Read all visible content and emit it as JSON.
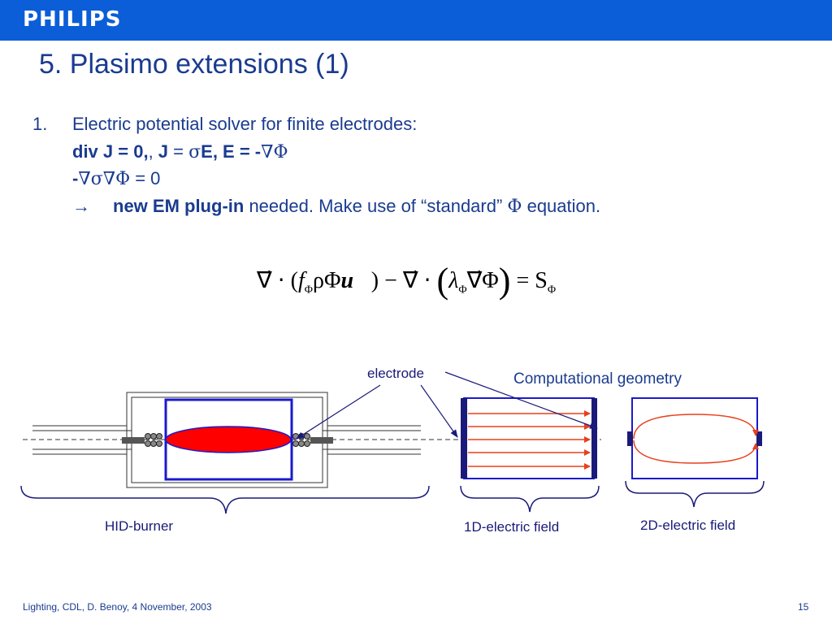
{
  "header": {
    "logo": "PHILIPS",
    "bar_color": "#0b5ed7"
  },
  "title": "5. Plasimo extensions (1)",
  "item": {
    "number": "1.",
    "line1": "Electric potential solver for finite electrodes:",
    "line2": {
      "part1": "div J = 0,",
      "part2": ", ",
      "part3": "J",
      "part4": " = ",
      "part5": "σ",
      "part6": "E, E = -",
      "part7": "∇Φ"
    },
    "line3": {
      "part1": "-",
      "part2": "∇σ∇Φ",
      "part3": " = 0"
    },
    "line4": {
      "arrow": "→",
      "bold": "new EM plug-in",
      "rest": " needed. Make use of “standard” ",
      "phi": "Φ",
      "end": " equation."
    }
  },
  "equation": {
    "t1": "∇⃗ ⋅ (",
    "f": "f",
    "sub1": "Φ",
    "t2": "ρΦ",
    "u": "u⃗",
    "t3": ") − ∇⃗ ⋅ ",
    "lp": "(",
    "lambda": "λ",
    "sub2": "Φ",
    "t4": "∇⃗Φ",
    "rp": ")",
    "t5": " = S",
    "sub3": "Φ"
  },
  "diagram": {
    "electrode_label": "electrode",
    "computational_geometry_label": "Computational geometry",
    "hid_burner_label": "HID-burner",
    "field_1d_label": "1D-electric field",
    "field_2d_label": "2D-electric field",
    "colors": {
      "blue": "#1a1acc",
      "navy": "#1a1a7a",
      "plasma": "#ff0000",
      "arrow": "#e8401c"
    }
  },
  "footer": {
    "text": "Lighting, CDL, D. Benoy, 4 November, 2003",
    "page": "15"
  }
}
